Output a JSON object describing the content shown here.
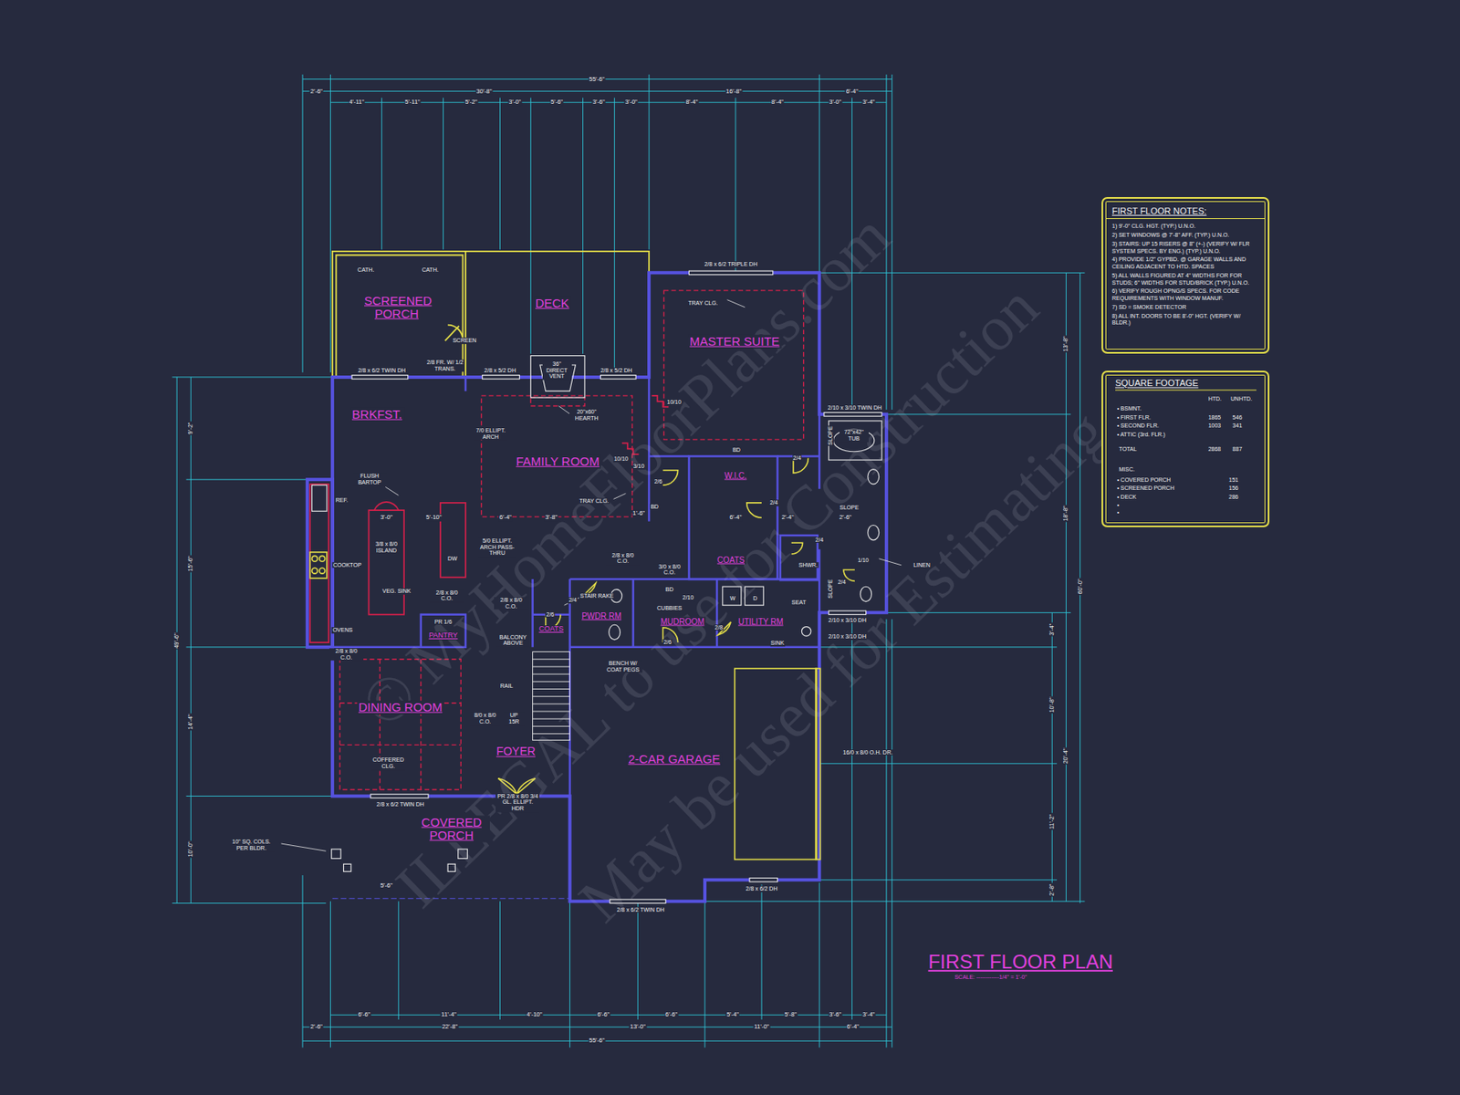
{
  "diagram": {
    "title": "FIRST FLOOR PLAN",
    "caption": "SCALE: ------------1/4\" = 1'-0\"",
    "nodes": [
      {
        "text": [
          "SCREENED PORCH"
        ]
      },
      {
        "text": [
          "DECK"
        ]
      },
      {
        "text": [
          "MASTER SUITE"
        ]
      },
      {
        "text": [
          "BRKFST."
        ]
      },
      {
        "text": [
          "FAMILY ROOM"
        ]
      },
      {
        "text": [
          "W.I.C."
        ]
      },
      {
        "text": [
          "COATS"
        ]
      },
      {
        "text": [
          "PWDR RM"
        ]
      },
      {
        "text": [
          "MUDROOM"
        ]
      },
      {
        "text": [
          "UTILITY RM"
        ]
      },
      {
        "text": [
          "COATS"
        ]
      },
      {
        "text": [
          "PANTRY"
        ]
      },
      {
        "text": [
          "DINING ROOM"
        ]
      },
      {
        "text": [
          "FOYER"
        ]
      },
      {
        "text": [
          "2-CAR GARAGE"
        ]
      },
      {
        "text": [
          "COVERED PORCH"
        ]
      },
      {
        "text": [
          "FIRST FLOOR NOTES:",
          "1) 9'-0\" CLG. HGT. (TYP.) U.N.O.",
          "2) SET WINDOWS @ 7'-8\" AFF. (TYP.) U.N.O.",
          "3) STAIRS: UP 15 RISERS @ 8\" (+-) (VERIFY W/ FLR SYSTEM SPECS. BY ENG.) (TYP.) U.N.O.",
          "4) PROVIDE 1/2\" GYPBD. @ GARAGE WALLS AND CEILING ADJACENT TO HTD. SPACES",
          "5) ALL WALLS FIGURED AT 4\" WIDTHS FOR FOR STUDS; 6\" WIDTHS FOR STUD/BRICK (TYP.) U.N.O.",
          "6) VERIFY ROUGH OPNG/S SPECS. FOR CODE REQUIREMENTS WITH WINDOW MANUF.",
          "7) SD = SMOKE DETECTOR",
          "8) ALL INT. DOORS TO BE 8'-0\" HGT. (VERIFY W/ BLDR.)"
        ]
      },
      {
        "text": [
          "SQUARE FOOTAGE",
          "HTD.",
          "UNHTD.",
          "• BSMNT.",
          "• FIRST FLR.",
          "1865",
          "546",
          "• SECOND FLR.",
          "1003",
          "341",
          "• ATTIC (3rd. FLR.)",
          "TOTAL",
          "2868",
          "887",
          "MISC.",
          "• COVERED PORCH",
          "151",
          "• SCREENED PORCH",
          "156",
          "• DECK",
          "286",
          "•",
          "•"
        ]
      }
    ],
    "labels": [
      "© MyHomeFloorPlans.com",
      "ILLEGAL to use for Construction",
      "May be used for Estimating",
      "55'-6\"",
      "2'-6\"",
      "30'-8\"",
      "16'-8\"",
      "6'-4\"",
      "4'-11\"",
      "5'-11\"",
      "5'-2\"",
      "3'-0\"",
      "5'-6\"",
      "3'-6\"",
      "3'-0\"",
      "8'-4\"",
      "8'-4\"",
      "3'-0\"",
      "3'-4\"",
      "6'-6\"",
      "11'-4\"",
      "4'-10\"",
      "6'-6\"",
      "6'-6\"",
      "5'-4\"",
      "5'-8\"",
      "3'-6\"",
      "3'-4\"",
      "2'-6\"",
      "22'-8\"",
      "13'-0\"",
      "11'-0\"",
      "6'-4\"",
      "55'-6\"",
      "49'-6\"",
      "9'-2\"",
      "15'-6\"",
      "14'-4\"",
      "10'-0\"",
      "13'-8\"",
      "18'-8\"",
      "60'-0\"",
      "20'-4\"",
      "3'-4\"",
      "10'-8\"",
      "11'-2\"",
      "2'-8\"",
      "3'-0\"",
      "5'-10\"",
      "6'-4\"",
      "3'-8\"",
      "1'-6\"",
      "6'-4\"",
      "2'-4\"",
      "2'-6\"",
      "5'-6\"",
      "CATH.",
      "CATH.",
      "SCREEN",
      "2/8 x 6/2 TWIN DH",
      "2/8 FR. W/ 1/2 TRANS.",
      "2/8 x 5/2 DH",
      "36\" DIRECT VENT",
      "2/8 x 5/2 DH",
      "2/8 x 6/2 TRIPLE DH",
      "TRAY CLG.",
      "20\"x60\" HEARTH",
      "7/0 ELLIPT. ARCH",
      "10/10",
      "10/10",
      "3/10",
      "BD",
      "2/4",
      "FLUSH BARTOP",
      "REF.",
      "COOKTOP",
      "3/8 x 8/0 ISLAND",
      "VEG. SINK",
      "DW",
      "5/0 ELLIPT. ARCH PASS-THRU",
      "TRAY CLG.",
      "2/6",
      "BD",
      "2/4",
      "2/8 x 8/0 C.O.",
      "3/0 x 8/0 C.O.",
      "BD",
      "2/10",
      "OVENS",
      "2/8 x 8/0 C.O.",
      "2/8 x 8/0 C.O.",
      "2/8 x 8/0 C.O.",
      "PR 1/6",
      "STAIR RAKE",
      "BALCONY ABOVE",
      "2/6",
      "2/4",
      "CUBBIES",
      "BENCH W/ COAT PEGS",
      "2/6",
      "2/8",
      "SINK",
      "SEAT",
      "SHWR.",
      "2/4",
      "1/10",
      "2/4",
      "2/10 x 3/10 DH",
      "2/10 x 3/10 DH",
      "2/10 x 3/10 TWIN DH",
      "72\"x42\" TUB",
      "SLOPE",
      "SLOPE",
      "SLOPE",
      "LINEN",
      "W",
      "D",
      "RAIL",
      "UP 15R",
      "8/0 x 8/0 C.O.",
      "COFFERED CLG.",
      "2/8 x 6/2 TWIN DH",
      "PR 2/8 x 8/0 3/4 GL. ELLIPT. HDR",
      "10\" SQ. COLS. PER BLDR.",
      "16/0 x 8/0 O.H. DR.",
      "2/8 x 6/2 DH",
      "2/8 x 6/2 TWIN DH"
    ]
  }
}
